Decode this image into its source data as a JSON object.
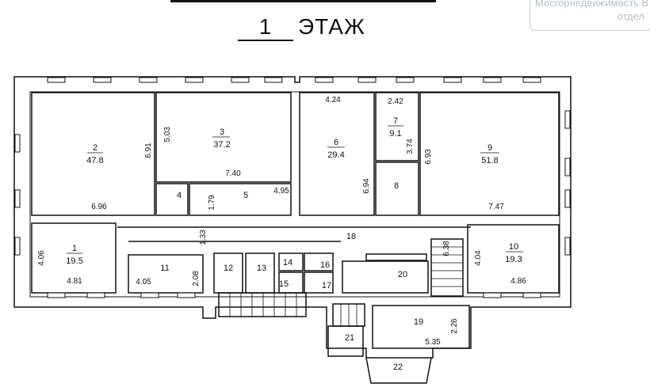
{
  "title": {
    "number": "1",
    "text": "ЭТАЖ"
  },
  "stamp": {
    "line1": "Мосгорнедвижимость В",
    "line2": "отдел"
  },
  "rooms": {
    "r1": {
      "num": "1",
      "area": "19.5"
    },
    "r2": {
      "num": "2",
      "area": "47.8"
    },
    "r3": {
      "num": "3",
      "area": "37.2"
    },
    "r4": {
      "num": "4"
    },
    "r5": {
      "num": "5"
    },
    "r6": {
      "num": "6",
      "area": "29.4"
    },
    "r7": {
      "num": "7",
      "area": "9.1"
    },
    "r8": {
      "num": "8"
    },
    "r9": {
      "num": "9",
      "area": "51.8"
    },
    "r10": {
      "num": "10",
      "area": "19.3"
    },
    "r11": {
      "num": "11"
    },
    "r12": {
      "num": "12"
    },
    "r13": {
      "num": "13"
    },
    "r14": {
      "num": "14"
    },
    "r15": {
      "num": "15"
    },
    "r16": {
      "num": "16"
    },
    "r17": {
      "num": "17"
    },
    "r18": {
      "num": "18"
    },
    "r19": {
      "num": "19"
    },
    "r20": {
      "num": "20"
    },
    "r21": {
      "num": "21"
    },
    "r22": {
      "num": "22"
    }
  },
  "dims": {
    "d_6_96": "6.96",
    "d_6_91": "6.91",
    "d_5_03": "5.03",
    "d_7_40": "7.40",
    "d_1_79": "1.79",
    "d_4_95": "4.95",
    "d_4_24": "4.24",
    "d_2_42": "2.42",
    "d_3_74": "3.74",
    "d_6_93": "6.93",
    "d_6_94": "6.94",
    "d_7_47": "7.47",
    "d_4_06": "4.06",
    "d_4_81": "4.81",
    "d_1_33": "1.33",
    "d_4_05": "4.05",
    "d_2_08": "2.08",
    "d_6_38": "6.38",
    "d_4_04": "4.04",
    "d_4_86": "4.86",
    "d_2_26": "2.26",
    "d_5_35": "5.35"
  }
}
